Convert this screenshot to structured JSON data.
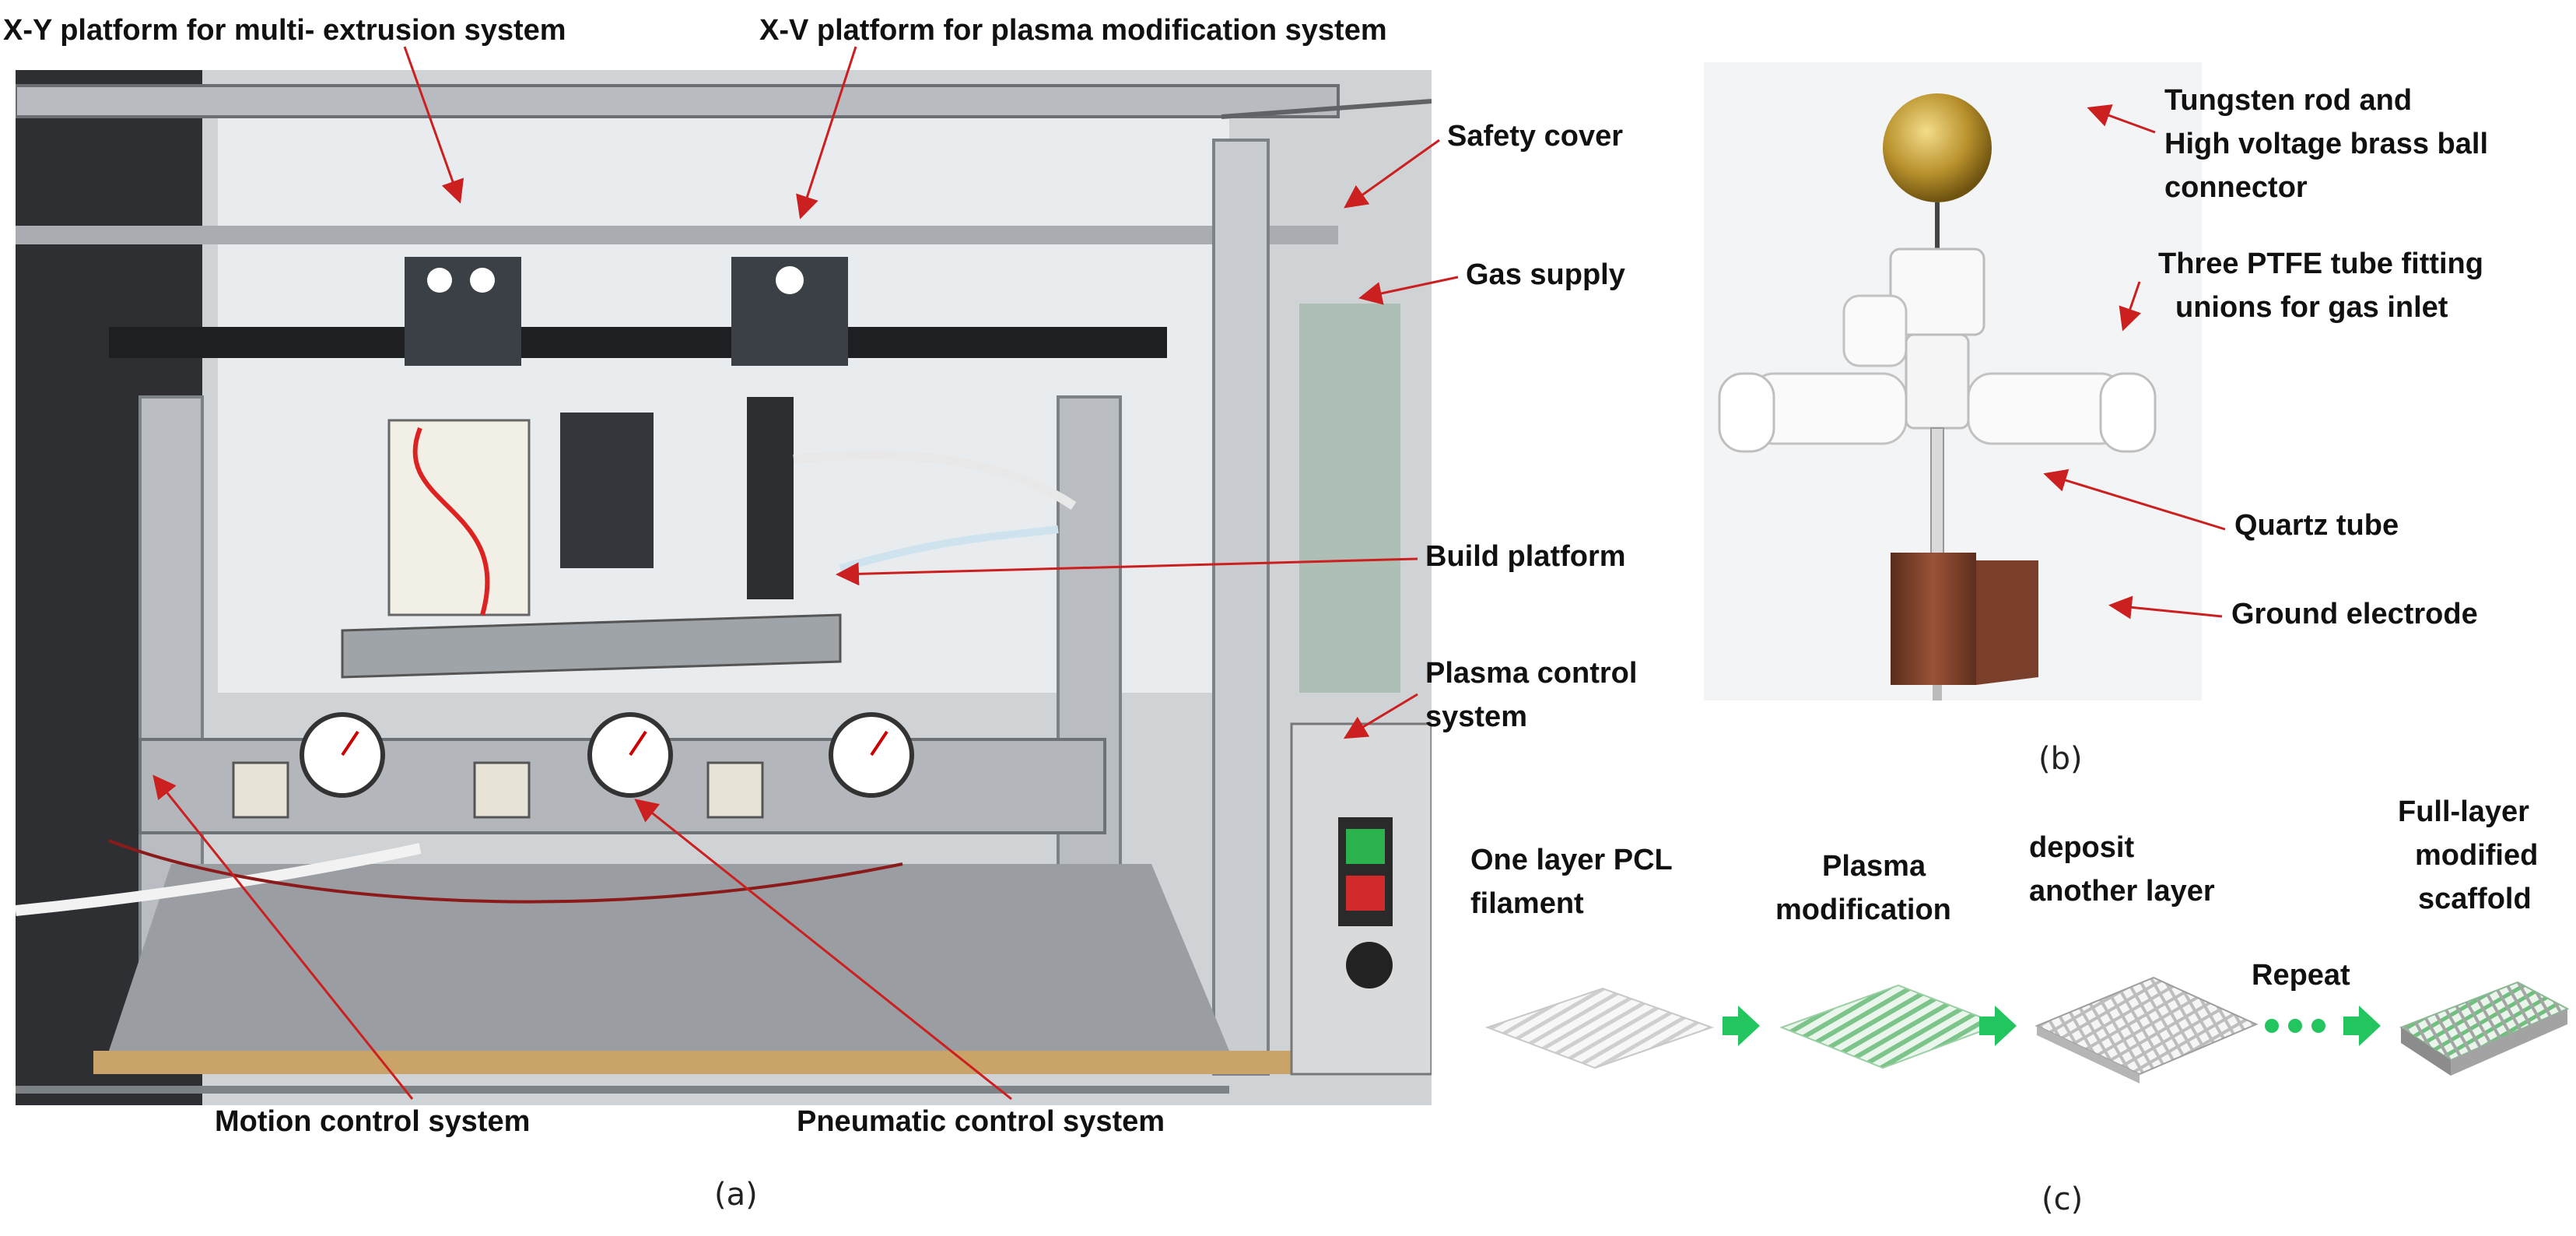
{
  "panel_a": {
    "caption": "(a)",
    "labels": {
      "xy_platform": "X-Y platform for multi- extrusion system",
      "xv_platform": "X-V platform for plasma modification system",
      "safety_cover": "Safety cover",
      "gas_supply": "Gas supply",
      "build_platform": "Build platform",
      "plasma_control_1": "Plasma control",
      "plasma_control_2": "system",
      "motion_control": "Motion control system",
      "pneumatic_control": "Pneumatic control system"
    }
  },
  "panel_b": {
    "caption": "(b)",
    "labels": {
      "tungsten_1": "Tungsten rod and",
      "tungsten_2": "High voltage brass ball",
      "tungsten_3": "connector",
      "ptfe_1": "Three PTFE tube fitting",
      "ptfe_2": "unions for gas inlet",
      "quartz_tube": "Quartz tube",
      "ground_electrode": "Ground electrode"
    }
  },
  "panel_c": {
    "caption": "(c)",
    "steps": [
      {
        "line1": "One layer PCL",
        "line2": "filament",
        "line3": ""
      },
      {
        "line1": "Plasma",
        "line2": "modification",
        "line3": ""
      },
      {
        "line1": "deposit",
        "line2": "another layer",
        "line3": ""
      },
      {
        "line1": "Full-layer",
        "line2": "modified",
        "line3": "scaffold"
      }
    ],
    "repeat_label": "Repeat",
    "colors": {
      "arrow": "#22c55e",
      "plain_filament": "#d4d4d4",
      "modified_filament": "#7cc48a"
    }
  }
}
